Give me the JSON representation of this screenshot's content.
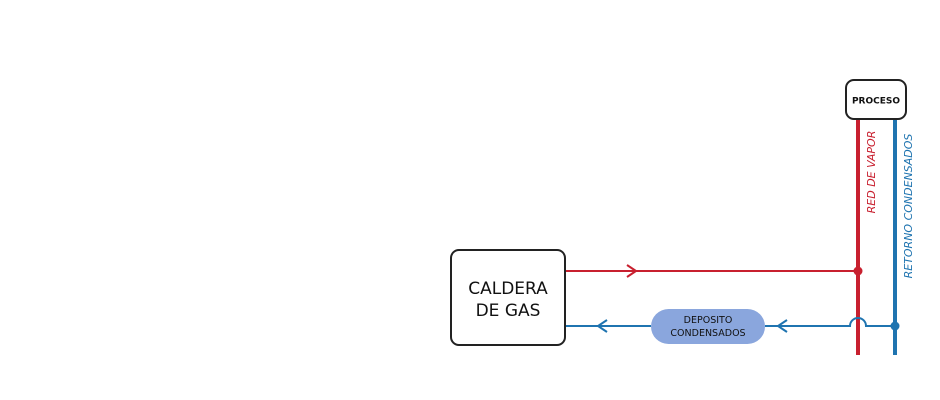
{
  "colors": {
    "steam_line": "#c8202f",
    "condensate_line": "#1f74b0",
    "tank_fill": "#8aa6dd",
    "box_stroke": "#222222",
    "text": "#111111"
  },
  "nodes": {
    "boiler": {
      "line1": "CALDERA",
      "line2": "DE GAS"
    },
    "process": {
      "label": "PROCESO"
    },
    "tank": {
      "line1": "DEPOSITO",
      "line2": "CONDENSADOS"
    }
  },
  "lines": {
    "steam": {
      "label": "RED DE VAPOR"
    },
    "condensate": {
      "label": "RETORNO CONDENSADOS"
    }
  }
}
